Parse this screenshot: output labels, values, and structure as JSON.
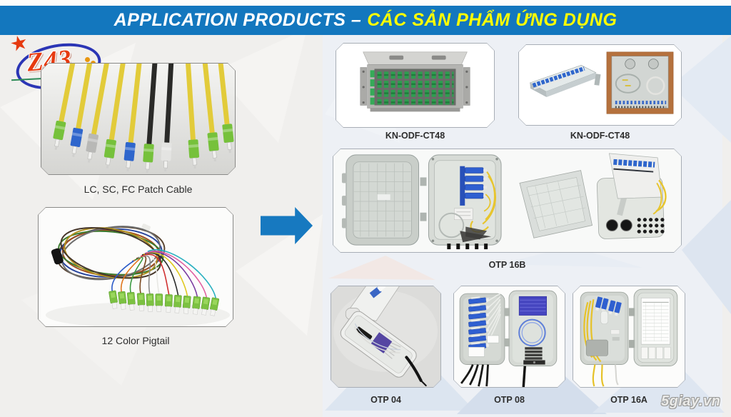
{
  "header": {
    "title_en": "APPLICATION PRODUCTS –",
    "title_vi": "CÁC SẢN PHẨM ỨNG DỤNG",
    "bg_color": "#1377be",
    "title_en_color": "#ffffff",
    "title_vi_color": "#ffff00"
  },
  "logo": {
    "text": "Z43",
    "text_color": "#e63a10",
    "ring_color": "#2b35b5",
    "dots_color": "#e8960f",
    "underline_color": "#2e8b57"
  },
  "icons": {
    "star": "★"
  },
  "products": [
    {
      "id": "patch-cable",
      "label": "LC, SC, FC Patch Cable"
    },
    {
      "id": "pigtail",
      "label": "12 Color Pigtail"
    },
    {
      "id": "odf-rack",
      "label": "KN-ODF-CT48"
    },
    {
      "id": "odf-tray",
      "label": "KN-ODF-CT48"
    },
    {
      "id": "otp-16b",
      "label": "OTP 16B"
    },
    {
      "id": "otp-04",
      "label": "OTP 04"
    },
    {
      "id": "otp-08",
      "label": "OTP 08"
    },
    {
      "id": "otp-16a",
      "label": "OTP 16A"
    }
  ],
  "arrow": {
    "direction": "right",
    "color": "#1779c0"
  },
  "watermark": {
    "text": "5giay.vn"
  }
}
